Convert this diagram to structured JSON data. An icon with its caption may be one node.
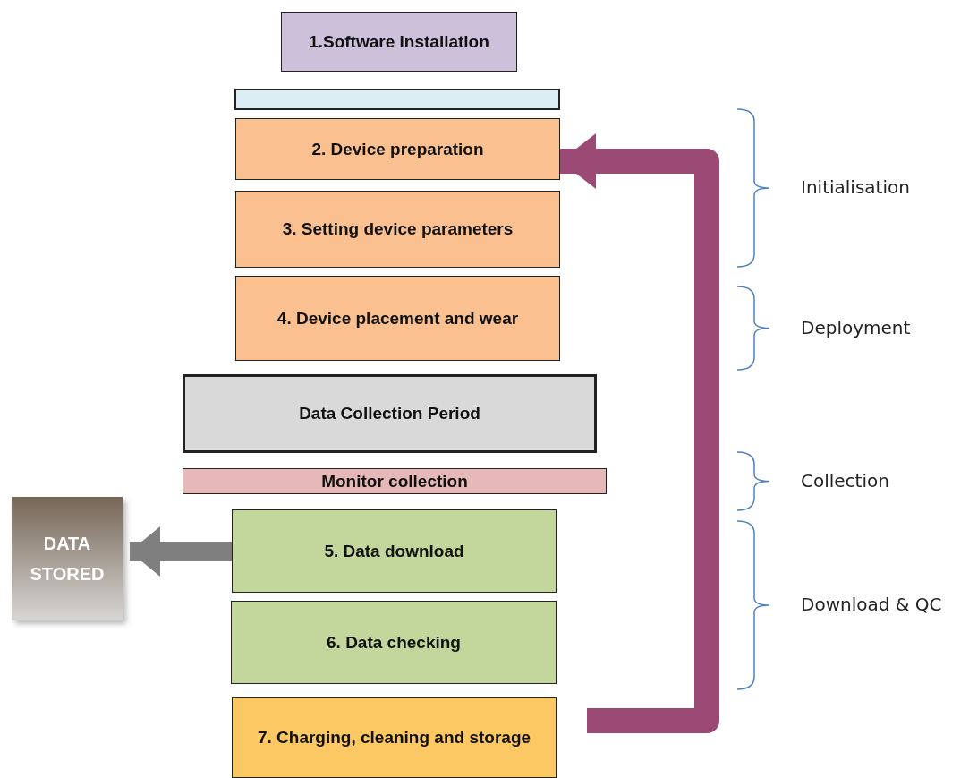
{
  "diagram": {
    "nodes": [
      {
        "text": [
          "1.Software Installation"
        ]
      },
      {
        "text": [],
        "shape": "bar"
      },
      {
        "text": [
          "2. Device preparation"
        ]
      },
      {
        "text": [
          "3. Setting device parameters"
        ]
      },
      {
        "text": [
          "4. Device placement and wear"
        ]
      },
      {
        "text": [
          "Data Collection Period"
        ]
      },
      {
        "text": [
          "Monitor collection"
        ]
      },
      {
        "text": [
          "DATA STORED"
        ]
      },
      {
        "text": [
          "5. Data download"
        ]
      },
      {
        "text": [
          "6. Data checking"
        ]
      },
      {
        "text": [
          "7. Charging, cleaning and storage"
        ]
      }
    ],
    "edges": [
      {
        "from": 8,
        "to": 7,
        "arrow": "to",
        "color": "#7f7f7f"
      },
      {
        "from": 10,
        "to": 2,
        "arrow": "to",
        "color": "#9b4a76"
      }
    ],
    "labels": [
      "Initialisation",
      "Deployment",
      "Collection",
      "Download & QC"
    ]
  }
}
